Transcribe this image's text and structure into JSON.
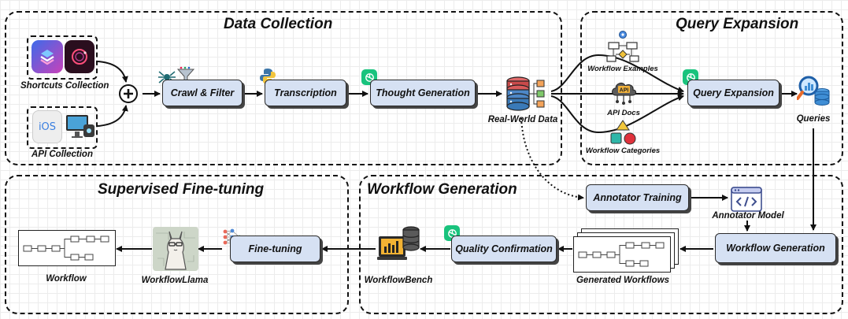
{
  "sections": {
    "data_collection": "Data Collection",
    "query_expansion": "Query Expansion",
    "supervised_finetuning": "Supervised Fine-tuning",
    "workflow_generation": "Workflow Generation"
  },
  "nodes": {
    "crawl_filter": "Crawl & Filter",
    "transcription": "Transcription",
    "thought_generation": "Thought Generation",
    "query_expansion": "Query Expansion",
    "annotator_training": "Annotator Training",
    "workflow_generation": "Workflow Generation",
    "quality_confirmation": "Quality Confirmation",
    "fine_tuning": "Fine-tuning"
  },
  "labels": {
    "shortcuts_collection": "Shortcuts Collection",
    "api_collection": "API Collection",
    "ios_text": "iOS",
    "real_world_data": "Real-World Data",
    "workflow_examples": "Workflow Examples",
    "api_docs": "API Docs",
    "api_badge": "API",
    "workflow_categories": "Workflow Categories",
    "queries": "Queries",
    "annotator_model": "Annotator Model",
    "generated_workflows": "Generated Workflows",
    "workflowbench": "WorkflowBench",
    "workflowllama": "WorkflowLlama",
    "workflow": "Workflow"
  },
  "icons": [
    "plus-icon",
    "shortcuts-app-icon",
    "orbit-app-icon",
    "ios-icon",
    "mac-icon",
    "spider-icon",
    "funnel-icon",
    "python-icon",
    "chatgpt-icon",
    "database-icon",
    "flowchart-icon",
    "api-cloud-icon",
    "shapes-icon",
    "search-database-icon",
    "code-window-icon",
    "benchmark-icon",
    "llama-icon",
    "neural-net-icon"
  ],
  "colors": {
    "node_fill": "#d6e1f3",
    "chatgpt_green": "#19c37d",
    "accent_blue": "#2d6fb7"
  }
}
